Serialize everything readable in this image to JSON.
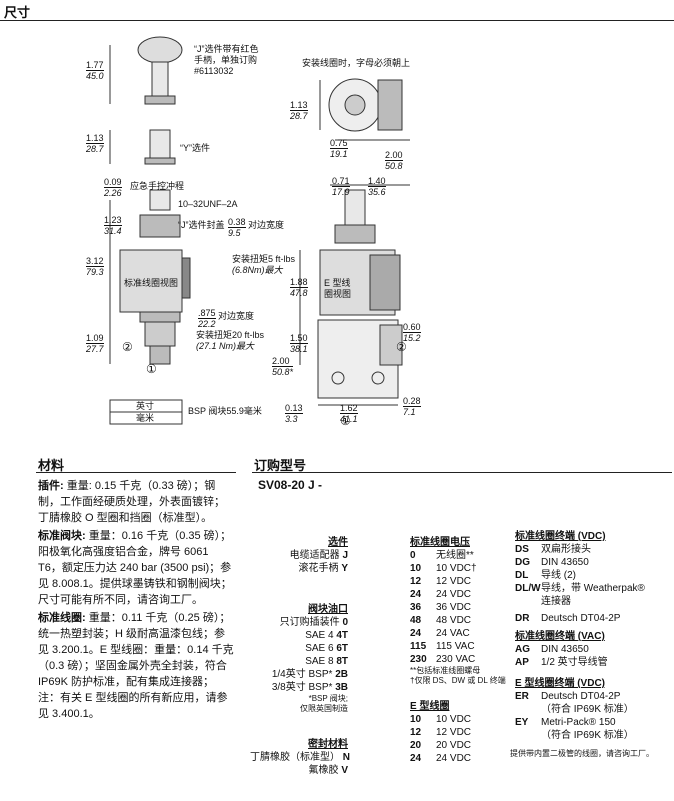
{
  "headers": {
    "dimensions": "尺寸",
    "materials": "材料",
    "ordering": "订购型号"
  },
  "notes": {
    "j_option": "“J”选件带有红色",
    "j_option2": "手柄，单独订购",
    "j_option3": "#6113032",
    "coil_install": "安装线圈时，字母必须朝上",
    "y_option": "“Y”选件",
    "emergency": "应急手控冲程",
    "thread": "10–32UNF–2A",
    "j_cap": "“J”选件封盖",
    "across_flats": "对边宽度",
    "torque5": "安装扭矩5 ft-lbs",
    "torque5b": "(6.8Nm)最大",
    "coil_view": "标准线圈视图",
    "e_coil": "E 型线",
    "e_coil2": "圈视图",
    "across_flats2": "对边宽度",
    "torque20": "安装扭矩20 ft-lbs",
    "torque20b": "(27.1 Nm)最大",
    "legend_in": "英寸",
    "legend_mm": "毫米",
    "bsp_block": "BSP 阀块55.9毫米",
    "port1": "①",
    "port2": "②"
  },
  "dims": {
    "d177": [
      "1.77",
      "45.0"
    ],
    "d113a": [
      "1.13",
      "28.7"
    ],
    "d009": [
      "0.09",
      "2.26"
    ],
    "d123": [
      "1.23",
      "31.4"
    ],
    "d038": [
      "0.38",
      "9.5"
    ],
    "d312": [
      "3.12",
      "79.3"
    ],
    "d875": [
      ".875",
      "22.2"
    ],
    "d109": [
      "1.09",
      "27.7"
    ],
    "d113b": [
      "1.13",
      "28.7"
    ],
    "d075": [
      "0.75",
      "19.1"
    ],
    "d200a": [
      "2.00",
      "50.8"
    ],
    "d071": [
      "0.71",
      "17.9"
    ],
    "d140": [
      "1.40",
      "35.6"
    ],
    "d188": [
      "1.88",
      "47.8"
    ],
    "d060": [
      "0.60",
      "15.2"
    ],
    "d150": [
      "1.50",
      "38.1"
    ],
    "d200b": [
      "2.00",
      "50.8*"
    ],
    "d028": [
      "0.28",
      "7.1"
    ],
    "d013": [
      "0.13",
      "3.3"
    ],
    "d162": [
      "1.62",
      "41.1"
    ]
  },
  "materials": [
    {
      "label": "插件:",
      "text": "重量: 0.15 千克（0.33 磅）；钢制，工作面经硬质处理，外表面镀锌；丁腈橡胶 O 型圈和挡圈（标准型）。"
    },
    {
      "label": "标准阀块:",
      "text": "重量：0.16 千克（0.35 磅）；阳极氧化高强度铝合金，牌号 6061 T6，额定压力达 240 bar (3500 psi)；参见 8.008.1。提供球墨铸铁和钢制阀块；尺寸可能有所不同，请咨询工厂。"
    },
    {
      "label": "标准线圈:",
      "text": "重量：0.11 千克（0.25 磅）；统一热塑封装；H 级耐高温漆包线；参见 3.200.1。E 型线圈：重量：0.14 千克（0.3 磅）；坚固金属外壳全封装，符合 IP69K 防护标准，配有集成连接器；注：有关 E 型线圈的所有新应用，请参见 3.400.1。"
    }
  ],
  "order": {
    "model": "SV08-20 J -",
    "options": {
      "title": "选件",
      "items": [
        [
          "电缆适配器",
          "J"
        ],
        [
          "滚花手柄",
          "Y"
        ]
      ]
    },
    "ports": {
      "title": "阀块油口",
      "items": [
        [
          "只订购插装件",
          "0"
        ],
        [
          "SAE 4",
          "4T"
        ],
        [
          "SAE 6",
          "6T"
        ],
        [
          "SAE 8",
          "8T"
        ],
        [
          "1/4英寸 BSP*",
          "2B"
        ],
        [
          "3/8英寸 BSP*",
          "3B"
        ]
      ],
      "note1": "*BSP 阀块;",
      "note2": "仅限英国制造"
    },
    "seals": {
      "title": "密封材料",
      "items": [
        [
          "丁腈橡胶（标准型）",
          "N"
        ],
        [
          "氟橡胶",
          "V"
        ]
      ]
    },
    "voltage": {
      "title": "标准线圈电压",
      "items": [
        [
          "0",
          "无线圈**"
        ],
        [
          "10",
          "10 VDC†"
        ],
        [
          "12",
          "12 VDC"
        ],
        [
          "24",
          "24 VDC"
        ],
        [
          "36",
          "36 VDC"
        ],
        [
          "48",
          "48 VDC"
        ],
        [
          "24",
          "24 VAC"
        ],
        [
          "115",
          "115 VAC"
        ],
        [
          "230",
          "230 VAC"
        ]
      ],
      "note1": "**包括标准线圈螺母",
      "note2": "†仅限 DS、DW 或 DL 终端"
    },
    "ecoil": {
      "title": "E 型线圈",
      "items": [
        [
          "10",
          "10 VDC"
        ],
        [
          "12",
          "12 VDC"
        ],
        [
          "20",
          "20 VDC"
        ],
        [
          "24",
          "24 VDC"
        ]
      ]
    },
    "term_vdc": {
      "title": "标准线圈终端 (VDC)",
      "items": [
        [
          "DS",
          "双扁形接头"
        ],
        [
          "DG",
          "DIN 43650"
        ],
        [
          "DL",
          "导线 (2)"
        ],
        [
          "DL/W",
          "导线，带 Weatherpak®"
        ],
        [
          "",
          "连接器"
        ],
        [
          "DR",
          "Deutsch DT04-2P"
        ]
      ]
    },
    "term_vac": {
      "title": "标准线圈终端 (VAC)",
      "items": [
        [
          "AG",
          "DIN 43650"
        ],
        [
          "AP",
          "1/2 英寸导线管"
        ]
      ]
    },
    "term_e": {
      "title": "E 型线圈终端 (VDC)",
      "items": [
        [
          "ER",
          "Deutsch DT04-2P"
        ],
        [
          "",
          "（符合 IP69K 标准）"
        ],
        [
          "EY",
          "Metri-Pack® 150"
        ],
        [
          "",
          "（符合 IP69K 标准）"
        ]
      ]
    },
    "footer": "提供带内置二极管的线圈，请咨询工厂。"
  }
}
